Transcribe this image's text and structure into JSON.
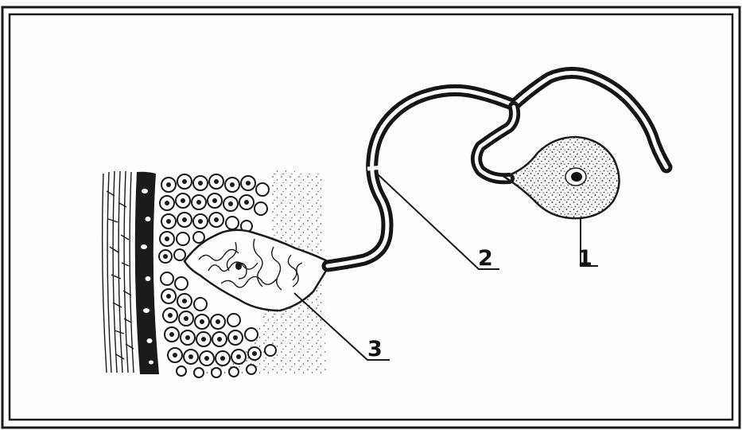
{
  "figure": {
    "callouts": [
      {
        "id": "1",
        "text": "1"
      },
      {
        "id": "2",
        "text": "2"
      },
      {
        "id": "3",
        "text": "3"
      }
    ],
    "colors": {
      "ink": "#111111",
      "paper": "#fdfdfc",
      "border": "#1a1a1a"
    }
  }
}
